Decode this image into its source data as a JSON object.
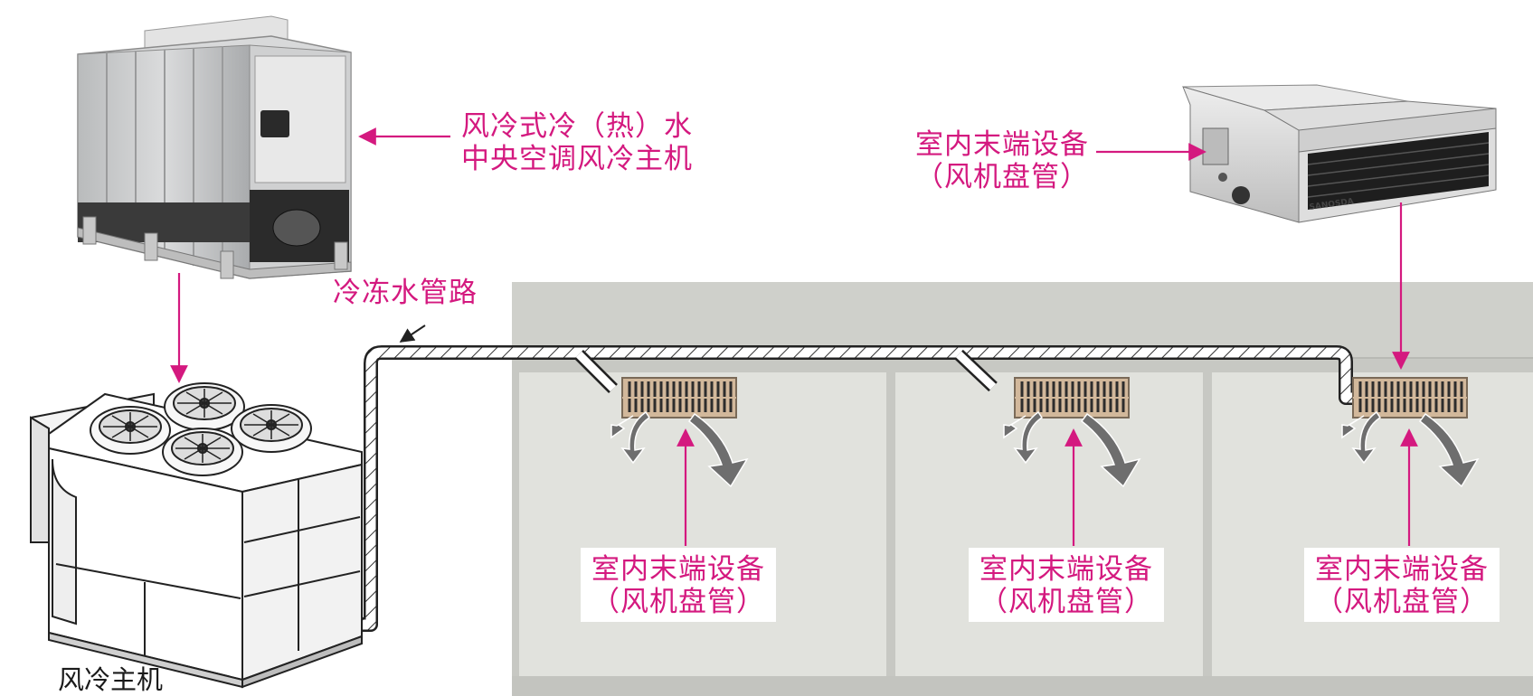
{
  "colors": {
    "accent": "#d4197f",
    "room_wall": "#c9cac4",
    "room_fill": "#e0e1dc",
    "arrow_gray": "#6f6f6f"
  },
  "labels": {
    "main_unit": [
      "风冷式冷（热）水",
      "中央空调风冷主机"
    ],
    "chilled_pipe": "冷冻水管路",
    "indoor_top": [
      "室内末端设备",
      "（风机盘管）"
    ],
    "indoor_rooms": [
      [
        "室内末端设备",
        "（风机盘管）"
      ],
      [
        "室内末端设备",
        "（风机盘管）"
      ],
      [
        "室内末端设备",
        "（风机盘管）"
      ]
    ],
    "bottom_unit": "风冷主机"
  },
  "icons": [
    "chiller-unit-icon",
    "air-cooled-unit-icon",
    "fan-coil-unit-icon",
    "air-vent-icon",
    "airflow-arrow-icon"
  ],
  "brand_text": "SANOSDA"
}
